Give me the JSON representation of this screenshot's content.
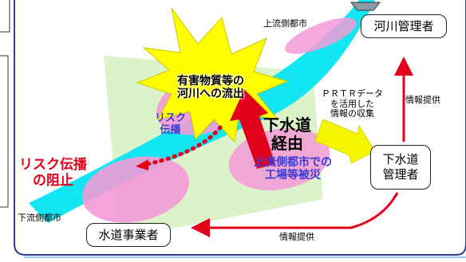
{
  "nodes": {
    "upstream_city": "上流側都市",
    "river_admin": "河川管理者",
    "sewer_admin": "下水道\n管理者",
    "water_utility": "水道事業者",
    "downstream_city": "下流側都市"
  },
  "labels": {
    "harmful_spill": "有害物質等の\n河川への流出",
    "via_sewer": "下水道\n経由",
    "factory_disaster": "上流側都市での\n工場等被災",
    "risk_spread": "リスク\n伝播",
    "stop_spread": "リスク伝播\nの阻止",
    "prtr_info": "ＰＲＴＲデータ\nを活用した\n情報の収集",
    "info_provide_top": "情報提供",
    "info_provide_bottom": "情報提供"
  },
  "colors": {
    "panel_border": "#2a3f9a",
    "river": "#11e6f2",
    "ground": "#d8f1c3",
    "city": "#f39ad7",
    "explosion": "#ffff00",
    "arrow_red": "#e3001b",
    "arrow_yellow": "#f5f500",
    "text_blue": "#3b3bd6"
  }
}
